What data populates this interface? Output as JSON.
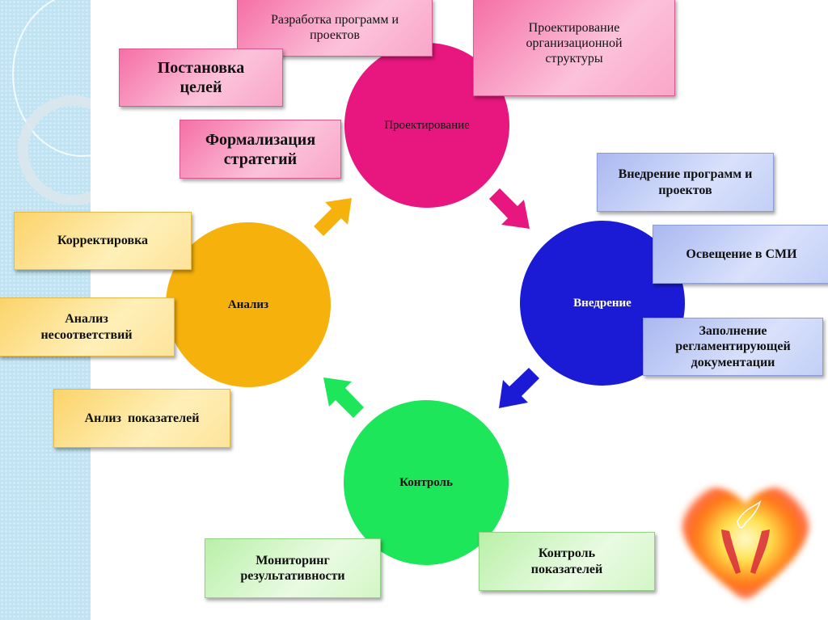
{
  "circles": {
    "design": {
      "label": "Проектирование",
      "color": "#e8177f"
    },
    "implementation": {
      "label": "Внедрение",
      "color": "#1b1bd6"
    },
    "control": {
      "label": "Контроль",
      "color": "#1de65a"
    },
    "analysis": {
      "label": "Анализ",
      "color": "#f7b10c"
    }
  },
  "boxes": {
    "dev_programs": "Разработка программ и проектов",
    "org_structure": "Проектирование организационной структуры",
    "goal_setting": "Постановка целей",
    "strategy": "Формализация стратегий",
    "impl_programs": "Внедрение программ и проектов",
    "media": "Освещение в СМИ",
    "documentation": "Заполнение регламентирующей документации",
    "monitoring": "Мониторинг результативности",
    "control_indicators": "Контроль показателей",
    "correction": "Корректировка",
    "discrepancy": "Анализ несоответствий",
    "indicator_analysis": "Анлиз  показателей"
  }
}
